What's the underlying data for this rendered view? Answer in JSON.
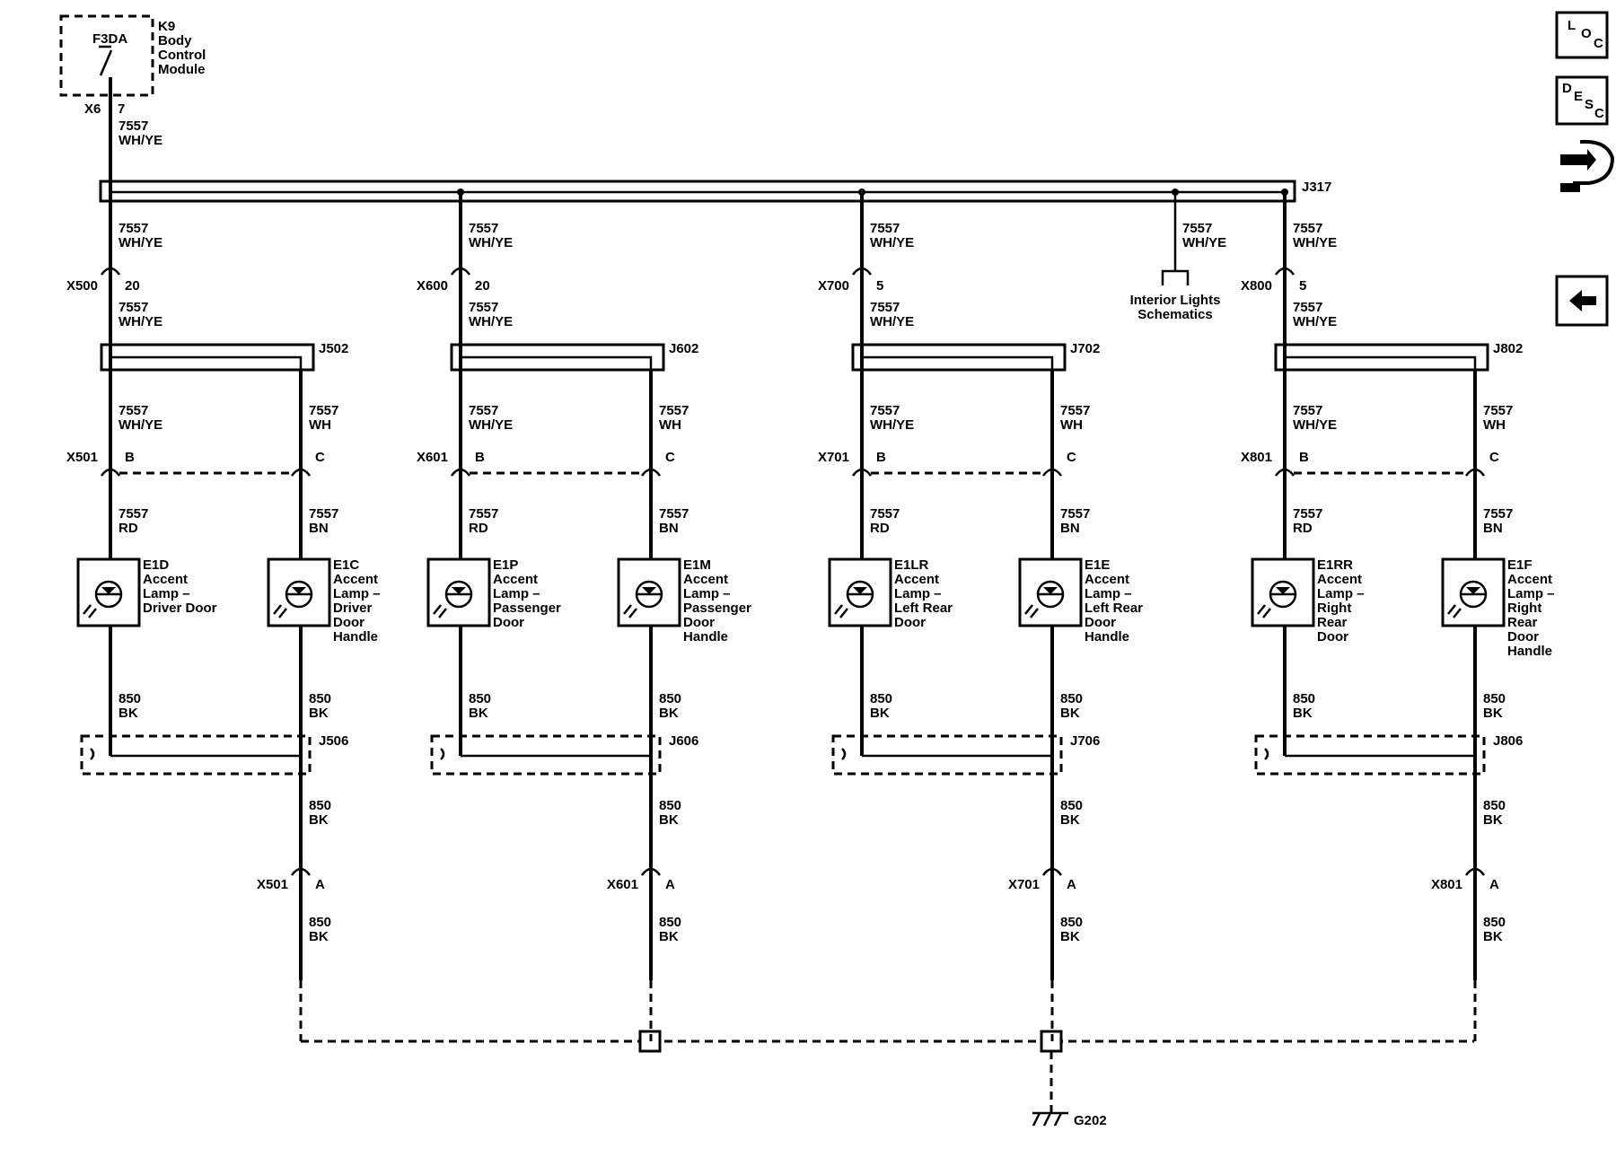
{
  "module": {
    "fuse": "F3DA",
    "name_lines": [
      "K9",
      "Body",
      "Control",
      "Module"
    ],
    "connector": "X6",
    "pin": "7"
  },
  "feed_wire": {
    "circuit": "7557",
    "color": "WH/YE"
  },
  "splice_main": "J317",
  "interior": {
    "circuit": "7557",
    "color": "WH/YE",
    "label_lines": [
      "Interior Lights",
      "Schematics"
    ]
  },
  "groups": [
    {
      "inline": "X500",
      "inline_pin": "20",
      "splice": "J502",
      "door_conn": "X501",
      "pin_b": "B",
      "pin_c": "C",
      "pin_a": "A",
      "ground_splice": "J506",
      "lamp1": {
        "id": "E1D",
        "lines": [
          "Accent",
          "Lamp –",
          "Driver Door"
        ]
      },
      "lamp2": {
        "id": "E1C",
        "lines": [
          "Accent",
          "Lamp –",
          "Driver",
          "Door",
          "Handle"
        ]
      }
    },
    {
      "inline": "X600",
      "inline_pin": "20",
      "splice": "J602",
      "door_conn": "X601",
      "pin_b": "B",
      "pin_c": "C",
      "pin_a": "A",
      "ground_splice": "J606",
      "lamp1": {
        "id": "E1P",
        "lines": [
          "Accent",
          "Lamp –",
          "Passenger",
          "Door"
        ]
      },
      "lamp2": {
        "id": "E1M",
        "lines": [
          "Accent",
          "Lamp –",
          "Passenger",
          "Door",
          "Handle"
        ]
      }
    },
    {
      "inline": "X700",
      "inline_pin": "5",
      "splice": "J702",
      "door_conn": "X701",
      "pin_b": "B",
      "pin_c": "C",
      "pin_a": "A",
      "ground_splice": "J706",
      "lamp1": {
        "id": "E1LR",
        "lines": [
          "Accent",
          "Lamp –",
          "Left Rear",
          "Door"
        ]
      },
      "lamp2": {
        "id": "E1E",
        "lines": [
          "Accent",
          "Lamp –",
          "Left Rear",
          "Door",
          "Handle"
        ]
      }
    },
    {
      "inline": "X800",
      "inline_pin": "5",
      "splice": "J802",
      "door_conn": "X801",
      "pin_b": "B",
      "pin_c": "C",
      "pin_a": "A",
      "ground_splice": "J806",
      "lamp1": {
        "id": "E1RR",
        "lines": [
          "Accent",
          "Lamp –",
          "Right",
          "Rear",
          "Door"
        ]
      },
      "lamp2": {
        "id": "E1F",
        "lines": [
          "Accent",
          "Lamp –",
          "Right",
          "Rear",
          "Door",
          "Handle"
        ]
      }
    }
  ],
  "wires": {
    "wh_ye": {
      "circuit": "7557",
      "color": "WH/YE"
    },
    "wh": {
      "circuit": "7557",
      "color": "WH"
    },
    "rd": {
      "circuit": "7557",
      "color": "RD"
    },
    "bn": {
      "circuit": "7557",
      "color": "BN"
    },
    "bk": {
      "circuit": "850",
      "color": "BK"
    }
  },
  "ground": "G202",
  "nav": {
    "loc": [
      "L",
      "O",
      "C"
    ],
    "desc": [
      "D",
      "E",
      "S",
      "C"
    ]
  }
}
